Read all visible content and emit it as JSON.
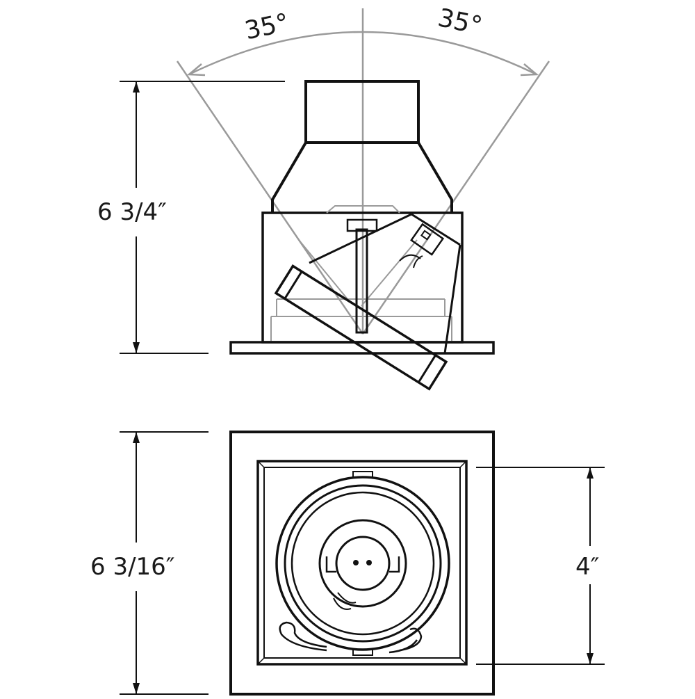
{
  "diagram": {
    "angle_left_label": "35°",
    "angle_right_label": "35°",
    "height_side_label": "6 3/4″",
    "height_plan_label": "6 3/16″",
    "aperture_label": "4″",
    "colors": {
      "line": "#111111",
      "construction_line": "#9a9a9a",
      "background": "#ffffff"
    }
  }
}
